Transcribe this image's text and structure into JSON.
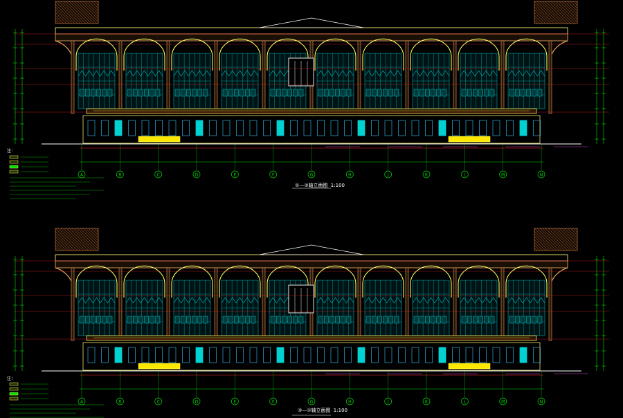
{
  "drawing": {
    "background": "#000000",
    "colors": {
      "outline": "#f2e86a",
      "column": "#e0a060",
      "arch": "#ffff66",
      "glass": "#00c8c8",
      "window_blue": "#39c6ff",
      "dim": "#00e000",
      "red": "#ff2a2a",
      "hatch": "#b06a3a",
      "magenta": "#ff55ff",
      "white": "#ffffff"
    },
    "elevations": [
      {
        "title": "①—③轴立面图",
        "scale": "1:100",
        "axis_labels": [
          "A",
          "B",
          "C",
          "D",
          "E",
          "F",
          "G",
          "H",
          "J",
          "K",
          "L",
          "M",
          "N"
        ]
      },
      {
        "title": "③—①轴立面图",
        "scale": "1:100",
        "axis_labels": [
          "A",
          "B",
          "C",
          "D",
          "E",
          "F",
          "G",
          "H",
          "J",
          "K",
          "L",
          "M",
          "N"
        ]
      }
    ],
    "bays": 10,
    "notes_heading": "注："
  }
}
